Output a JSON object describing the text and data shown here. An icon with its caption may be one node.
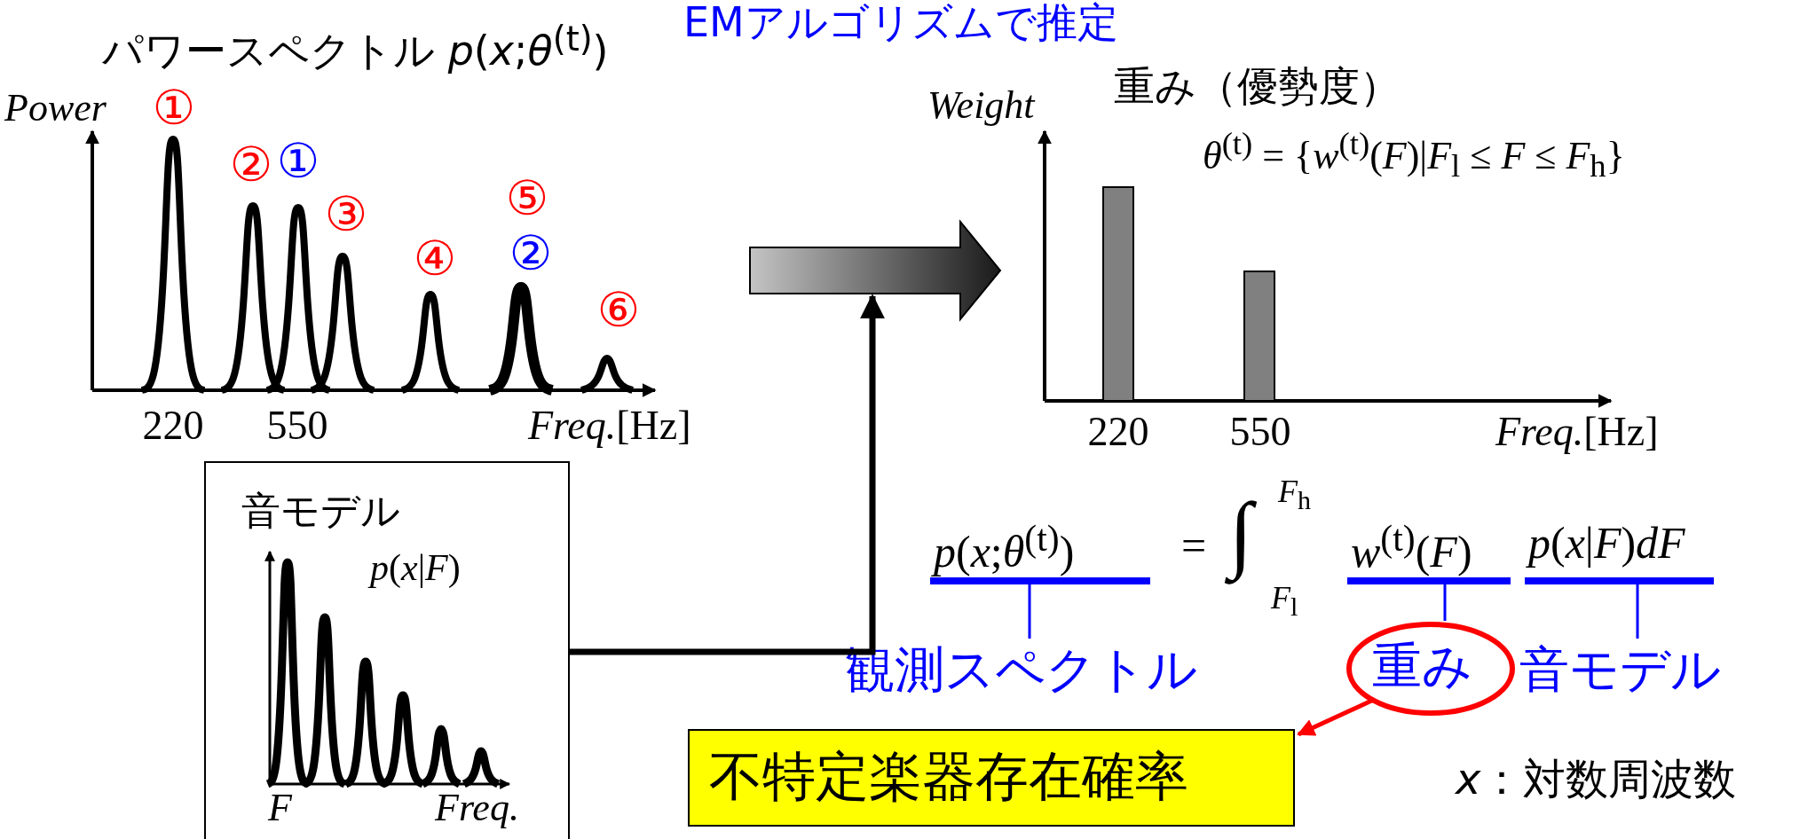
{
  "diagram": {
    "title": "EMアルゴリズムで推定",
    "nodes": [
      {
        "text": [
          "パワースペクトル *p*(*x*;*θ*$^{(t)}$)"
        ]
      },
      {
        "text": [
          "重み（優勢度）",
          "*θ*$^{(t)}$ = {*w*$^{(t)}$(*F*)|*F*$_{l}$ ≤ *F* ≤ *F*$_{h}$}"
        ]
      },
      {
        "text": [
          "音モデル",
          "*p*(*x*|*F*)",
          "*F*",
          "*Freq.*"
        ]
      },
      {
        "text": [
          "観測スペクトル"
        ]
      },
      {
        "text": [
          "重み"
        ]
      },
      {
        "text": [
          "音モデル"
        ]
      },
      {
        "text": [
          "不特定楽器存在確率"
        ]
      },
      {
        "text": [
          "*p*(*x*;*θ*$^{(t)}$)"
        ]
      },
      {
        "text": [
          "*w*$^{(t)}$(*F*)"
        ]
      },
      {
        "text": [
          "*p*(*x*|*F*)*dF*"
        ]
      }
    ],
    "edges": [
      {
        "from": 0,
        "to": 1,
        "arrow": "to",
        "style": "thick"
      },
      {
        "from": 2,
        "to": null,
        "arrow": "to",
        "style": "thick",
        "color": "#000000"
      },
      {
        "from": 3,
        "to": 7,
        "arrow": "none",
        "color": "#0000ff"
      },
      {
        "from": 4,
        "to": 8,
        "arrow": "none",
        "color": "#0000ff"
      },
      {
        "from": 5,
        "to": 9,
        "arrow": "none",
        "color": "#0000ff"
      },
      {
        "from": 4,
        "to": 6,
        "arrow": "to",
        "color": "#ff0000"
      }
    ],
    "labels": [
      "Power",
      "①",
      "②",
      "①",
      "③",
      "④",
      "⑤",
      "②",
      "⑥",
      "220",
      "550",
      "*Freq.*[Hz]",
      "Weight",
      "220",
      "550",
      "*Freq.*[Hz]",
      "=",
      "∫",
      "*F*$_{h}$",
      "*F*$_{l}$",
      "*x*：対数周波数"
    ]
  }
}
